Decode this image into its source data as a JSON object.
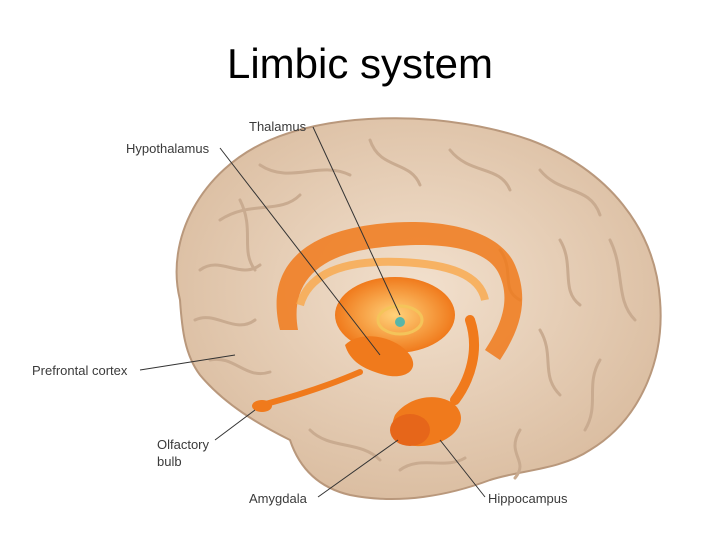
{
  "slide": {
    "title": "Limbic system"
  },
  "diagram": {
    "labels": {
      "thalamus": "Thalamus",
      "hypothalamus": "Hypothalamus",
      "prefrontal_cortex": "Prefrontal cortex",
      "olfactory_bulb_line1": "Olfactory",
      "olfactory_bulb_line2": "bulb",
      "amygdala": "Amygdala",
      "hippocampus": "Hippocampus"
    },
    "colors": {
      "brain": "#e9d2bb",
      "brain_fold": "#c9ab90",
      "limbic": "#f07a1c",
      "limbic_light": "#f9a84a",
      "leader": "#333333"
    }
  }
}
